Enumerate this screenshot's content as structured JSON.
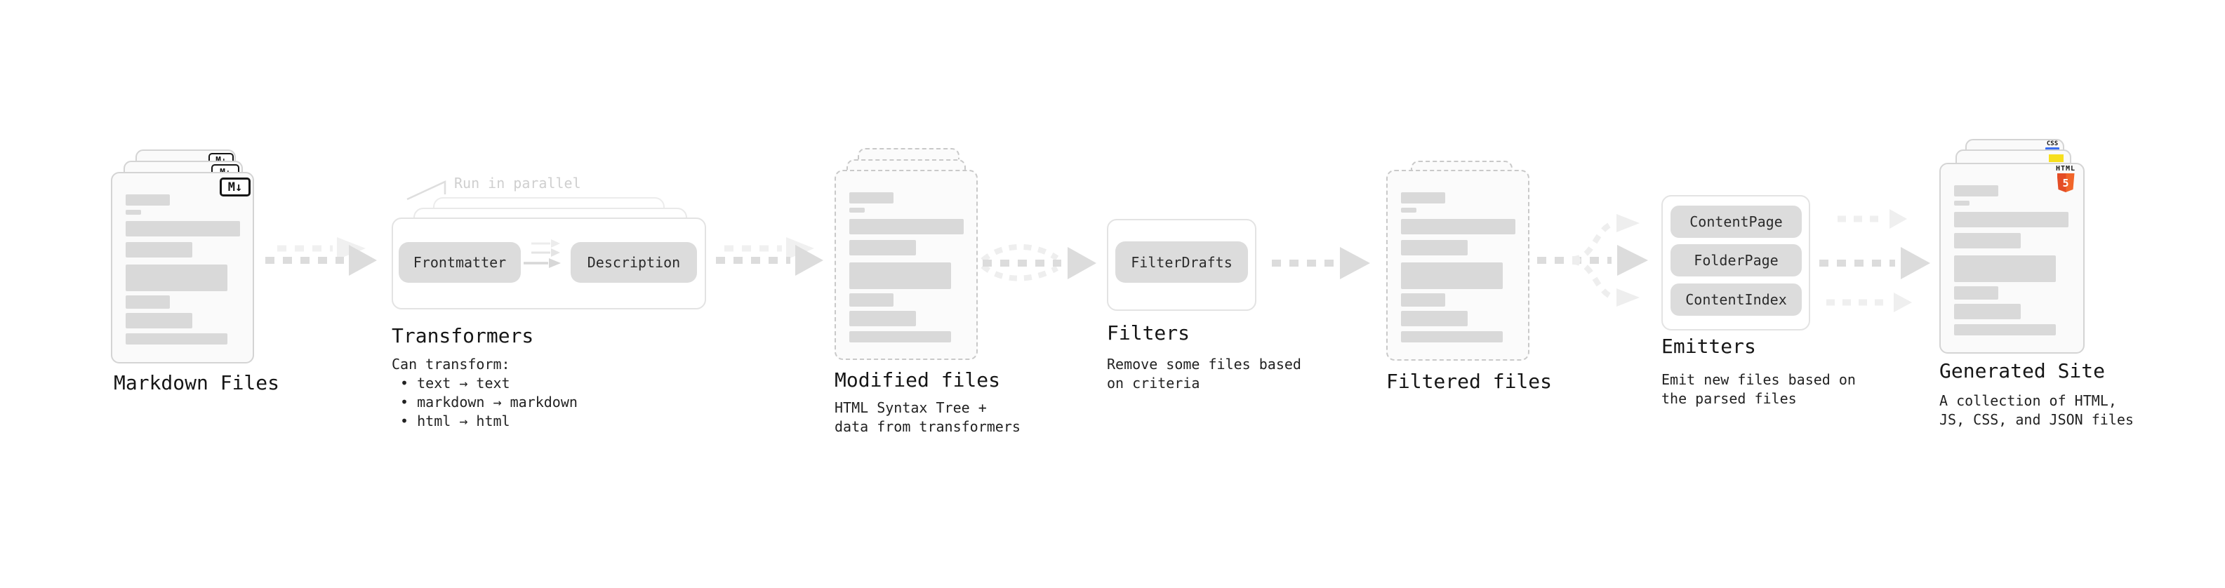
{
  "stages": [
    {
      "name": "markdown-files",
      "title": "Markdown Files",
      "badge": "M↓"
    },
    {
      "name": "transformers",
      "title": "Transformers",
      "note": "Run in parallel",
      "pills": [
        "Frontmatter",
        "Description"
      ],
      "body": "Can transform:\n • text → text\n • markdown → markdown\n • html → html"
    },
    {
      "name": "modified-files",
      "title": "Modified files",
      "body": "HTML Syntax Tree +\ndata from transformers"
    },
    {
      "name": "filters",
      "title": "Filters",
      "pills": [
        "FilterDrafts"
      ],
      "body": "Remove some files based\non criteria"
    },
    {
      "name": "filtered-files",
      "title": "Filtered files"
    },
    {
      "name": "emitters",
      "title": "Emitters",
      "pills": [
        "ContentPage",
        "FolderPage",
        "ContentIndex"
      ],
      "body": "Emit new files based on\nthe parsed files"
    },
    {
      "name": "generated-site",
      "title": "Generated Site",
      "body": "A collection of HTML,\nJS, CSS, and JSON files",
      "badges": {
        "css": "CSS",
        "html": "HTML",
        "html5": "5"
      }
    }
  ],
  "colors": {
    "arrow": "#dcdcdc",
    "arrow_light": "#efefef",
    "skeleton_bar": "#d9d9d9",
    "html5_orange": "#e44d26",
    "js_yellow": "#f7df1e",
    "css_blue": "#3a6df0"
  }
}
